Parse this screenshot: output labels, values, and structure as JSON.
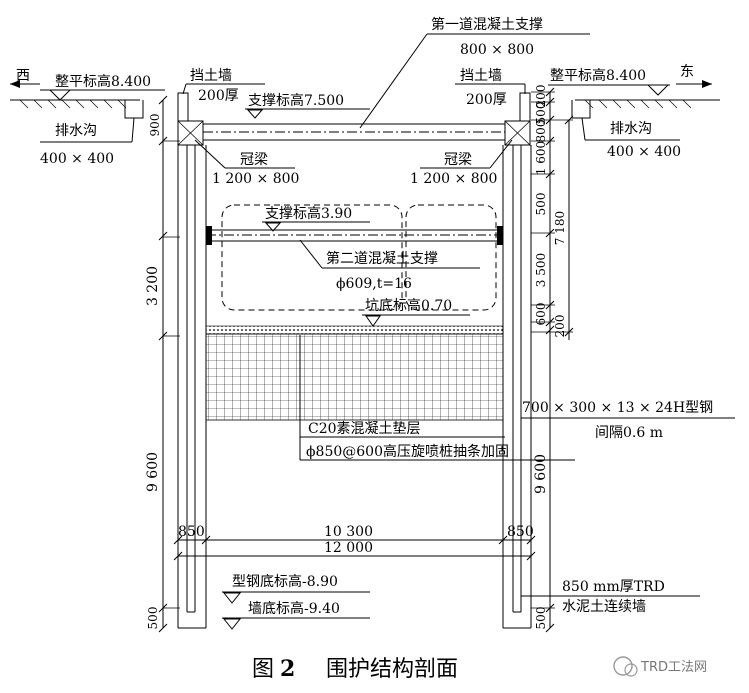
{
  "directions": {
    "west": "西",
    "east": "东"
  },
  "labels": {
    "first_strut": "第一道混凝土支撑",
    "first_strut_size": "800 × 800",
    "grade_left": "整平标高8.400",
    "grade_right": "整平标高8.400",
    "retaining_left": "挡土墙",
    "retaining_left_thk": "200厚",
    "retaining_right": "挡土墙",
    "retaining_right_thk": "200厚",
    "strut1_elev": "支撑标高7.500",
    "drain_left": "排水沟",
    "drain_left_size": "400 × 400",
    "drain_right": "排水沟",
    "drain_right_size": "400 × 400",
    "cap_left": "冠梁",
    "cap_left_size": "1 200 × 800",
    "cap_right": "冠梁",
    "cap_right_size": "1 200 × 800",
    "strut2_elev": "支撑标高3.90",
    "second_strut": "第二道混凝土支撑",
    "second_strut_size": "ϕ609,t=16",
    "pit_bottom": "坑底标高0.70",
    "hsteel": "700 × 300 × 13 × 24H型钢",
    "hsteel_spacing": "间隔0.6 m",
    "cushion": "C20素混凝土垫层",
    "jetgrout": "ϕ850@600高压旋喷桩抽条加固",
    "steel_bottom": "型钢底标高-8.90",
    "wall_bottom": "墙底标高-9.40",
    "trd_wall": "850 mm厚TRD",
    "trd_wall_2": "水泥土连续墙"
  },
  "dims": {
    "left_900": "900",
    "left_3200": "3 200",
    "left_9600": "9 600",
    "left_500": "500",
    "right_200": "200",
    "right_500a": "500",
    "right_800": "800",
    "right_1600": "1 600",
    "right_500b": "500",
    "right_7180": "7 180",
    "right_3500": "3 500",
    "right_600": "600",
    "right_200b": "200",
    "right_9600": "9 600",
    "right_500c": "500",
    "w_850_left": "850",
    "w_850_right": "850",
    "w_10300": "10 300",
    "w_12000": "12 000"
  },
  "caption": {
    "fig": "图",
    "num": "2",
    "title": "围护结构剖面"
  },
  "watermark": "TRD工法网"
}
